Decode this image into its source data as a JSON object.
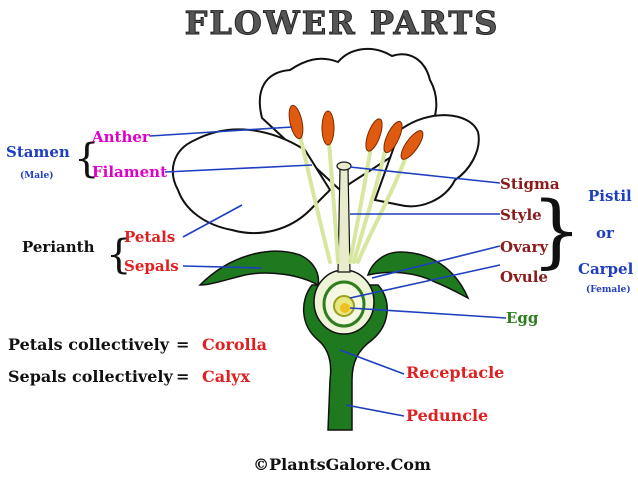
{
  "title": "FLOWER PARTS",
  "colors": {
    "blue": "#1f3fbf",
    "magenta": "#e000c8",
    "red": "#e02020",
    "dark_red": "#8b1a1a",
    "green": "#2e7d1e",
    "black": "#111111",
    "stem_green": "#1f7a1f",
    "anther_orange": "#e05a10"
  },
  "groups": {
    "stamen": {
      "label": "Stamen",
      "sub": "(Male)"
    },
    "perianth": {
      "label": "Perianth"
    },
    "pistil": {
      "line1": "Pistil",
      "line2": "or",
      "line3": "Carpel",
      "sub": "(Female)"
    }
  },
  "labels": {
    "anther": "Anther",
    "filament": "Filament",
    "petals": "Petals",
    "sepals": "Sepals",
    "stigma": "Stigma",
    "style": "Style",
    "ovary": "Ovary",
    "ovule": "Ovule",
    "egg": "Egg",
    "receptacle": "Receptacle",
    "peduncle": "Peduncle"
  },
  "definitions": [
    {
      "left": "Petals collectively",
      "equals": "=",
      "right": "Corolla"
    },
    {
      "left": "Sepals collectively",
      "equals": "=",
      "right": "Calyx"
    }
  ],
  "copyright": "©PlantsGalore.Com"
}
